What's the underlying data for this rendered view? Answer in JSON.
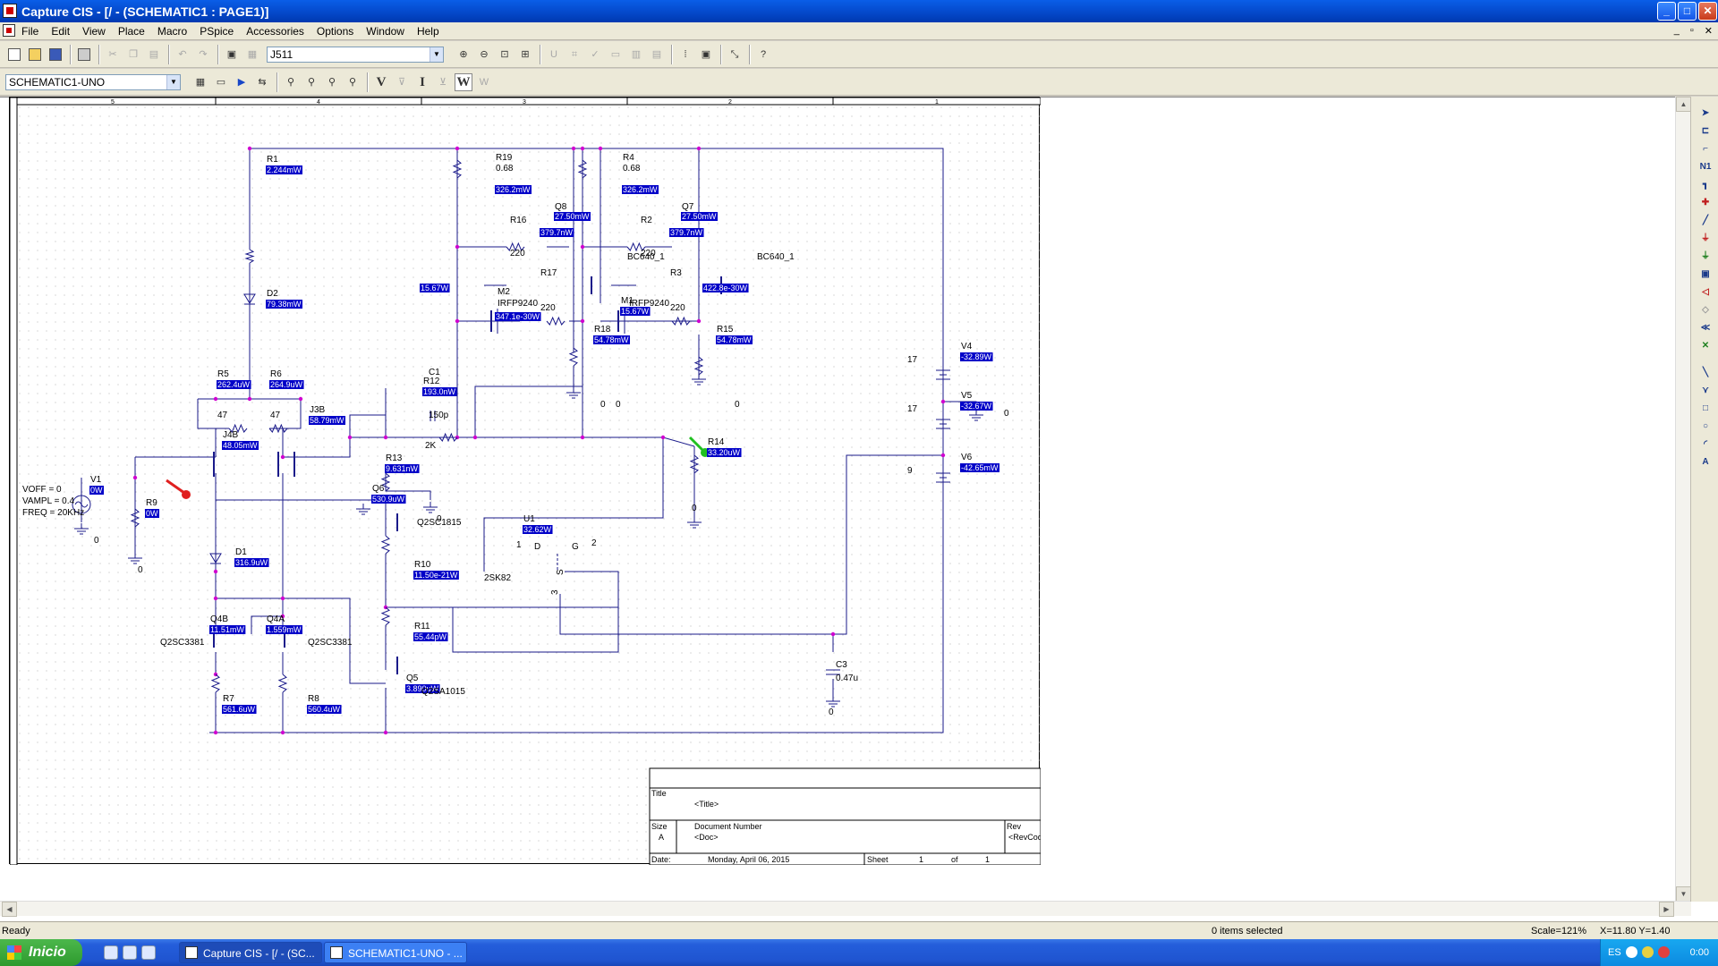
{
  "window": {
    "title": "Capture CIS - [/ - (SCHEMATIC1 : PAGE1)]"
  },
  "menu": [
    "File",
    "Edit",
    "View",
    "Place",
    "Macro",
    "PSpice",
    "Accessories",
    "Options",
    "Window",
    "Help"
  ],
  "toolbar": {
    "part_combo": "J511",
    "schematic_combo": "SCHEMATIC1-UNO",
    "letters": [
      "V",
      "I",
      "W"
    ]
  },
  "schematic": {
    "parts": [
      {
        "ref": "R1",
        "value": "2.244mW"
      },
      {
        "ref": "D2",
        "value": "79.38mW"
      },
      {
        "ref": "R5",
        "value": "262.4uW",
        "val2": "47"
      },
      {
        "ref": "R6",
        "value": "264.9uW",
        "val2": "47"
      },
      {
        "ref": "J4B",
        "value": "48.05mW"
      },
      {
        "ref": "J3B",
        "value": "58.79mW"
      },
      {
        "ref": "V1",
        "value": "0W"
      },
      {
        "ref": "R9",
        "value": "0W"
      },
      {
        "ref": "D1",
        "value": "316.9uW"
      },
      {
        "ref": "Q4B",
        "value": "11.51mW"
      },
      {
        "ref": "Q4A",
        "value": "1.559mW"
      },
      {
        "ref": "R7",
        "value": "561.6uW"
      },
      {
        "ref": "R8",
        "value": "560.4uW"
      },
      {
        "ref": "C1",
        "value": "150p"
      },
      {
        "ref": "R12",
        "value": "193.0nW",
        "val2": "2K"
      },
      {
        "ref": "R13",
        "value": "9.631nW"
      },
      {
        "ref": "Q6",
        "value": "530.9uW"
      },
      {
        "ref": "R10",
        "value": "11.50e-21W"
      },
      {
        "ref": "R11",
        "value": "55.44pW"
      },
      {
        "ref": "Q5",
        "value": "3.890uW"
      },
      {
        "ref": "R19",
        "value": "326.2mW",
        "val2": "0.68"
      },
      {
        "ref": "R16",
        "value": "379.7nW",
        "val2": "220"
      },
      {
        "ref": "Q8",
        "value": "27.50mW"
      },
      {
        "ref": "R17",
        "value": "347.1e-30W",
        "val2": "220"
      },
      {
        "ref": "M2",
        "value": "15.67W"
      },
      {
        "ref": "R4",
        "value": "326.2mW",
        "val2": "0.68"
      },
      {
        "ref": "R2",
        "value": "379.7nW",
        "val2": "220"
      },
      {
        "ref": "Q7",
        "value": "27.50mW"
      },
      {
        "ref": "R3",
        "value": "422.8e-30W",
        "val2": "220"
      },
      {
        "ref": "M1",
        "value": "15.67W"
      },
      {
        "ref": "R18",
        "value": "54.78mW"
      },
      {
        "ref": "R15",
        "value": "54.78mW"
      },
      {
        "ref": "R14",
        "value": "33.20uW"
      },
      {
        "ref": "U1",
        "value": "32.62W"
      },
      {
        "ref": "V4",
        "value": "-32.89W",
        "val2": "17"
      },
      {
        "ref": "V5",
        "value": "-32.67W",
        "val2": "17"
      },
      {
        "ref": "V6",
        "value": "-42.65mW",
        "val2": "9"
      },
      {
        "ref": "C3",
        "value": "0.47u"
      }
    ],
    "models": {
      "q6": "Q2SC1815",
      "u1": "2SK82",
      "q5": "Q2SA1015",
      "q4b": "Q2SC3381",
      "q4a": "Q2SC3381",
      "m2": "IRFP9240",
      "m1": "IRFP9240",
      "q8": "BC640_1",
      "q7": "BC640_1"
    },
    "v1_params": [
      "VOFF = 0",
      "VAMPL = 0.4",
      "FREQ = 20KHz"
    ],
    "u1_pins": {
      "d": "D",
      "g": "G",
      "s": "S",
      "p1": "1",
      "p2": "2",
      "p3": "3"
    },
    "ground": "0",
    "ruler": [
      "5",
      "4",
      "3",
      "2",
      "1"
    ],
    "title_block": {
      "title_label": "Title",
      "title_value": "<Title>",
      "size_label": "Size",
      "size_value": "A",
      "docnum_label": "Document Number",
      "docnum_value": "<Doc>",
      "rev_label": "Rev",
      "rev_value": "<RevCode>",
      "date_label": "Date:",
      "date_value": "Monday, April 06, 2015",
      "sheet_label": "Sheet",
      "sheet_value": "1",
      "of_label": "of",
      "of_value": "1"
    }
  },
  "status": {
    "left": "Ready",
    "selection": "0 items selected",
    "scale": "Scale=121%",
    "coords": "X=11.80  Y=1.40"
  },
  "taskbar": {
    "start": "Inicio",
    "tasks": [
      "Capture CIS - [/ - (SC...",
      "SCHEMATIC1-UNO - ..."
    ],
    "lang": "ES",
    "clock": "0:00"
  }
}
